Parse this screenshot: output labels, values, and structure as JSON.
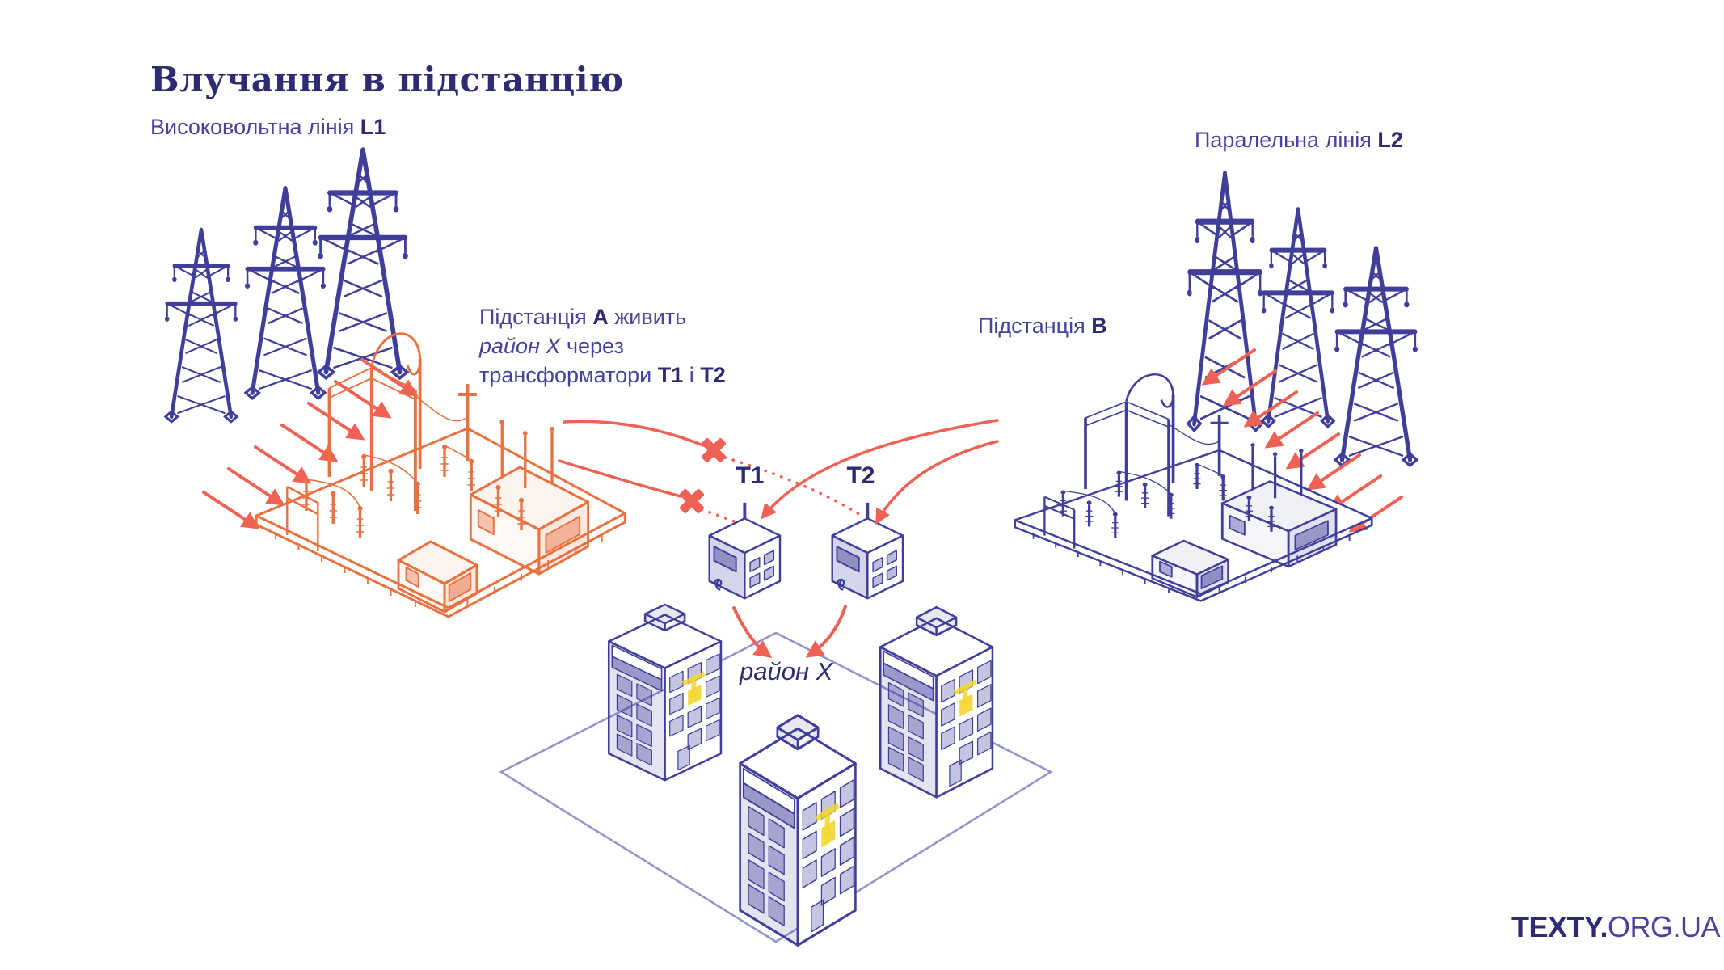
{
  "title": "Влучання в підстанцію",
  "labels": {
    "line1_text": "Високовольтна лінія ",
    "line1_code": "L1",
    "line2_text": "Паралельна лінія ",
    "line2_code": "L2",
    "substation_a_note": {
      "l1_pre": "Підстанція ",
      "l1_bold": "A",
      "l1_post": " живить",
      "l2_italic": "район Х",
      "l2_post": " через",
      "l3_pre": "трансформатори ",
      "l3_bold1": "Т1",
      "l3_sep": " і ",
      "l3_bold2": "Т2"
    },
    "substation_b_pre": "Підстанція ",
    "substation_b_bold": "B",
    "t1": "Т1",
    "t2": "Т2",
    "district": "район Х"
  },
  "footer": {
    "brand_bold": "TEXTY.",
    "brand_rest": "ORG.UA"
  },
  "icons": {
    "towers_left": "transmission-tower-icon x3 (line L1)",
    "towers_right": "transmission-tower-icon x3 (line L2)",
    "substation_a": "substation-isometric-icon (hit, orange)",
    "substation_b": "substation-isometric-icon (working, indigo)",
    "transformer": "transformer-cube-icon",
    "broken_link": "red-x-icon",
    "district": "district-diamond-outline",
    "buildings": "apartment-building-icon x3"
  },
  "colors": {
    "navy": "#2c2b74",
    "blue": "#45439d",
    "indigo": "#3f3e9a",
    "orange": "#e8713f",
    "red": "#ef6154",
    "yellow": "#f3d62e",
    "lavender": "#9392cd",
    "background": "#ffffff"
  }
}
